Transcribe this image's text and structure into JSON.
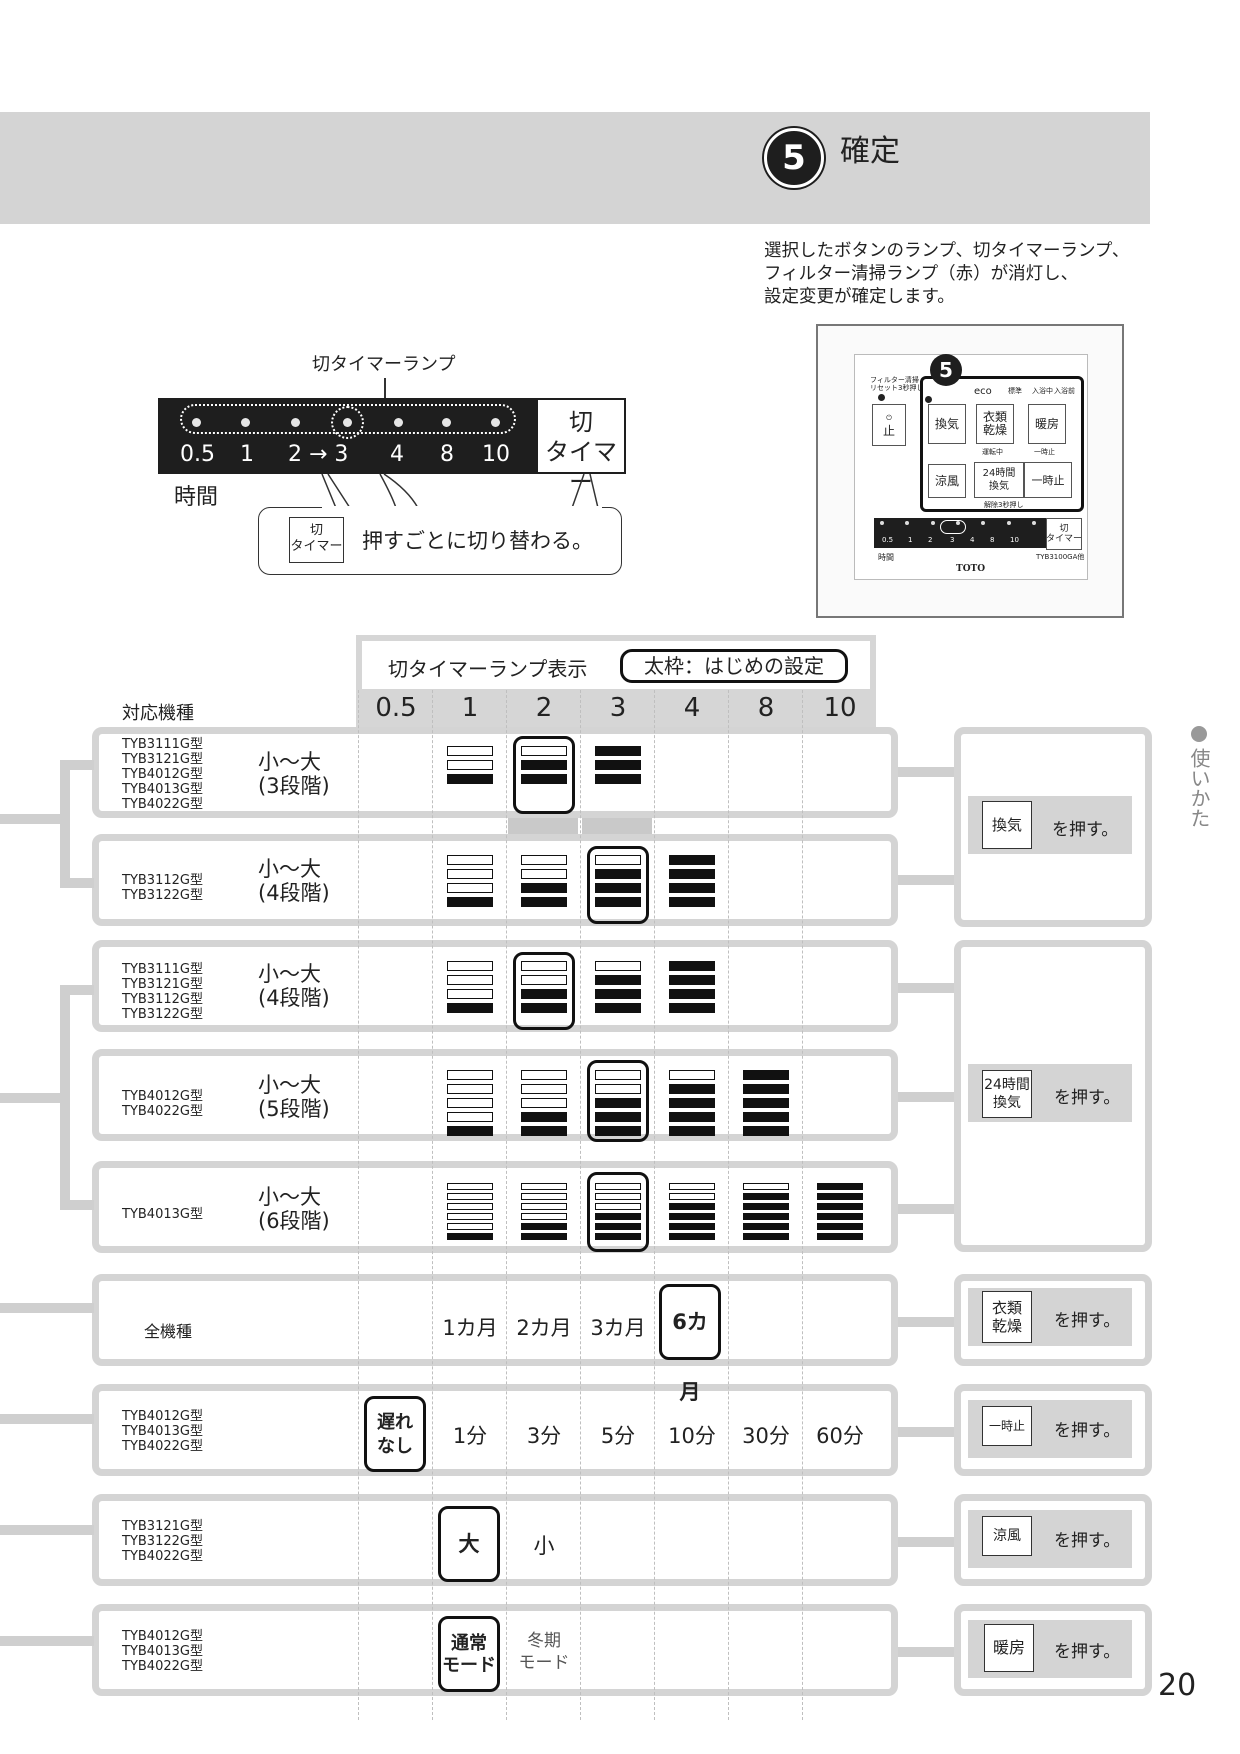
{
  "step": {
    "number": "5",
    "title": "確定"
  },
  "description": [
    "選択したボタンのランプ、切タイマーランプ、",
    "フィルター清掃ランプ（赤）が消灯し、",
    "設定変更が確定します。"
  ],
  "panel": {
    "filter_label": "フィルター清掃\nリセット3秒押し",
    "eco": "eco",
    "top_labels": [
      "標準",
      "入浴中",
      "入浴前"
    ],
    "btn_stop": "止",
    "btn_kanki": "換気",
    "btn_irui": "衣類\n乾燥",
    "btn_danbou": "暖房",
    "unten": "運転中",
    "ichiji": "一時止",
    "btn_ryofu": "涼風",
    "btn_24h": "24時間\n換気",
    "btn_ichiji": "一時止",
    "kaijo": "解除3秒押し",
    "timer_nums": [
      "0.5",
      "1",
      "2",
      "3",
      "4",
      "8",
      "10"
    ],
    "timer_btn": "切\nタイマー",
    "jikan": "時間",
    "model": "TYB3100GA他",
    "brand": "TOTO",
    "step_badge": "5"
  },
  "timer": {
    "lamp_caption": "切タイマーランプ",
    "numbers": [
      "0.5",
      "1",
      "2 → 3",
      "4",
      "8",
      "10"
    ],
    "button": [
      "切",
      "タイマー"
    ],
    "time_label": "時間",
    "callout_btn": [
      "切",
      "タイマー"
    ],
    "callout_text": "押すごとに切り替わる。"
  },
  "table": {
    "header_title": "切タイマーランプ表示",
    "bold_note": "太枠：はじめの設定",
    "columns": [
      "0.5",
      "1",
      "2",
      "3",
      "4",
      "8",
      "10"
    ],
    "models_label": "対応機種",
    "rows": [
      {
        "models": "TYB3111G型\nTYB3121G型\nTYB4012G型\nTYB4013G型\nTYB4022G型",
        "range": [
          "小〜大",
          "(3段階)"
        ]
      },
      {
        "models": "TYB3112G型\nTYB3122G型",
        "range": [
          "小〜大",
          "(4段階)"
        ]
      },
      {
        "models": "TYB3111G型\nTYB3121G型\nTYB3112G型\nTYB3122G型",
        "range": [
          "小〜大",
          "(4段階)"
        ]
      },
      {
        "models": "TYB4012G型\nTYB4022G型",
        "range": [
          "小〜大",
          "(5段階)"
        ]
      },
      {
        "models": "TYB4013G型",
        "range": [
          "小〜大",
          "(6段階)"
        ]
      },
      {
        "models": "全機種",
        "values": [
          "1カ月",
          "2カ月",
          "3カ月",
          "6カ月"
        ]
      },
      {
        "models": "TYB4012G型\nTYB4013G型\nTYB4022G型",
        "values": [
          "遅れ\nなし",
          "1分",
          "3分",
          "5分",
          "10分",
          "30分",
          "60分"
        ]
      },
      {
        "models": "TYB3121G型\nTYB3122G型\nTYB4022G型",
        "values": [
          "大",
          "小"
        ]
      },
      {
        "models": "TYB4012G型\nTYB4013G型\nTYB4022G型",
        "values": [
          "通常\nモード",
          "冬期\nモード"
        ]
      }
    ],
    "press": [
      {
        "button": "換気",
        "text": "を押す。"
      },
      {
        "button": "24時間\n換気",
        "text": "を押す。"
      },
      {
        "button": "衣類\n乾燥",
        "text": "を押す。"
      },
      {
        "button": "一時止",
        "text": "を押す。"
      },
      {
        "button": "涼風",
        "text": "を押す。"
      },
      {
        "button": "暖房",
        "text": "を押す。"
      }
    ]
  },
  "side_tab": "使いかた",
  "page_number": "20"
}
